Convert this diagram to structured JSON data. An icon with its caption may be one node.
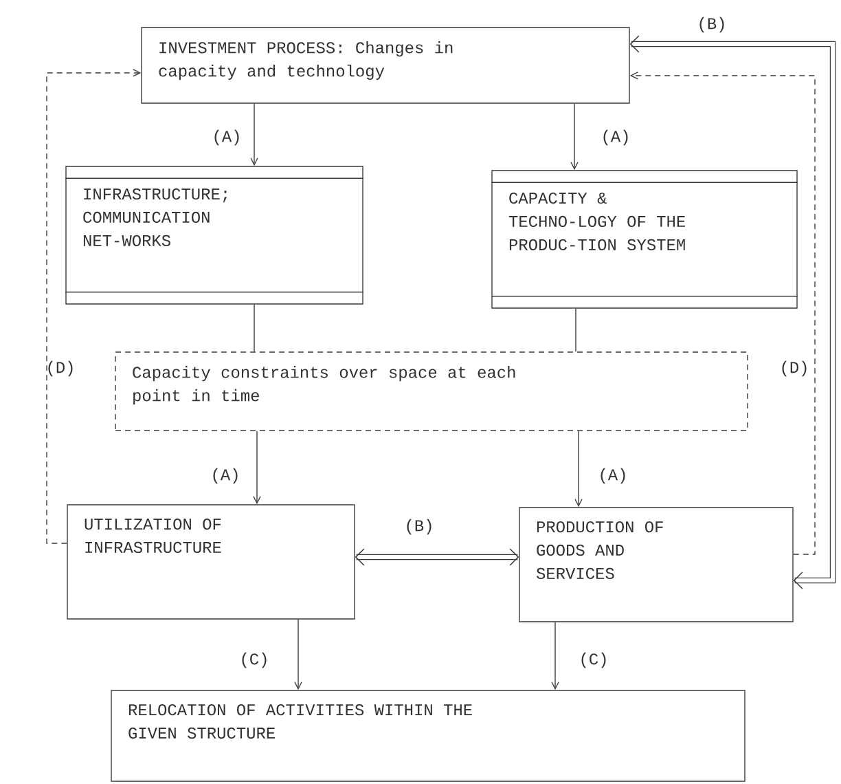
{
  "diagram": {
    "nodes": [
      {
        "text": [
          "INVESTMENT PROCESS: Changes in capacity and technology"
        ]
      },
      {
        "text": [
          "INFRASTRUCTURE; COMMUNICATION NET-WORKS"
        ]
      },
      {
        "text": [
          "CAPACITY & TECHNO-LOGY OF THE PRODUC-TION SYSTEM"
        ]
      },
      {
        "text": [
          "Capacity constraints over space at each point in time"
        ]
      },
      {
        "text": [
          "UTILIZATION OF INFRASTRUCTURE"
        ]
      },
      {
        "text": [
          "PRODUCTION OF GOODS AND SERVICES"
        ]
      },
      {
        "text": [
          "RELOCATION OF ACTIVITIES WITHIN THE GIVEN STRUCTURE"
        ]
      }
    ],
    "edges": [
      {
        "from": 0,
        "to": 1,
        "arrow": "to",
        "label": "(A)"
      },
      {
        "from": 0,
        "to": 2,
        "arrow": "to",
        "label": "(A)"
      },
      {
        "from": 1,
        "to": 3,
        "arrow": "none"
      },
      {
        "from": 2,
        "to": 3,
        "arrow": "none"
      },
      {
        "from": 3,
        "to": 4,
        "arrow": "to",
        "label": "(A)"
      },
      {
        "from": 3,
        "to": 5,
        "arrow": "to",
        "label": "(A)"
      },
      {
        "from": 4,
        "to": 5,
        "arrow": "both",
        "label": "(B)",
        "style": "thick"
      },
      {
        "from": 4,
        "to": 6,
        "arrow": "to",
        "label": "(C)"
      },
      {
        "from": 5,
        "to": 6,
        "arrow": "to",
        "label": "(C)"
      },
      {
        "from": 4,
        "to": 0,
        "arrow": "to",
        "label": "(D)",
        "style": "dashed"
      },
      {
        "from": 5,
        "to": 0,
        "arrow": "to",
        "label": "(D)",
        "style": "dashed"
      },
      {
        "from": 5,
        "to": 0,
        "arrow": "both",
        "label": "(B)",
        "style": "thick"
      }
    ]
  }
}
